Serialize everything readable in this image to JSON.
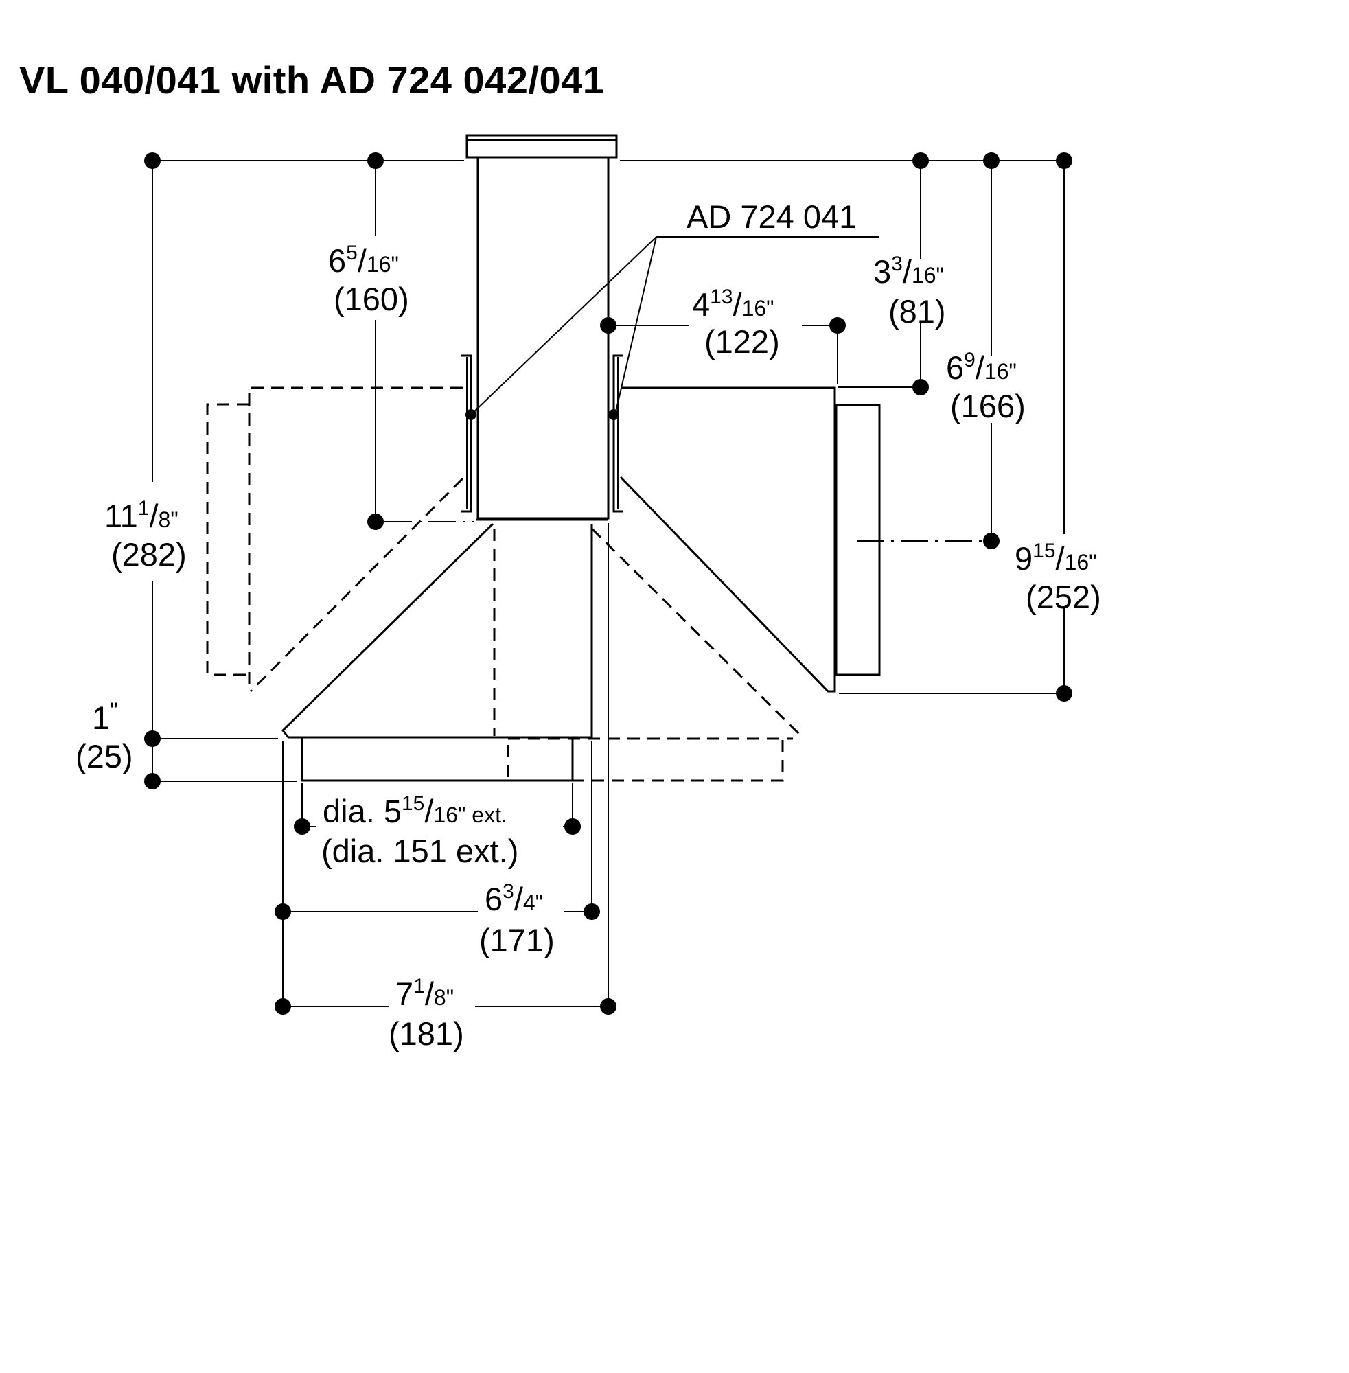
{
  "title": "VL 040/041 with AD 724 042/041",
  "part_label": "AD 724 041",
  "dimensions": {
    "chimney_height": {
      "whole": "6",
      "num": "5",
      "den": "16",
      "unit": "\"",
      "metric": "(160)"
    },
    "top_offset": {
      "whole": "3",
      "num": "3",
      "den": "16",
      "unit": "\"",
      "metric": "(81)"
    },
    "side_projection": {
      "whole": "4",
      "num": "13",
      "den": "16",
      "unit": "\"",
      "metric": "(122)"
    },
    "side_center": {
      "whole": "6",
      "num": "9",
      "den": "16",
      "unit": "\"",
      "metric": "(166)"
    },
    "overall_height": {
      "whole": "11",
      "num": "1",
      "den": "8",
      "unit": "\"",
      "metric": "(282)"
    },
    "side_height": {
      "whole": "9",
      "num": "15",
      "den": "16",
      "unit": "\"",
      "metric": "(252)"
    },
    "collar_height": {
      "whole": "1",
      "unit": "\"",
      "metric": "(25)"
    },
    "outlet_diameter": {
      "prefix": "dia. ",
      "whole": "5",
      "num": "15",
      "den": "16",
      "unit": "\" ext.",
      "metric": "(dia. 151 ext.)"
    },
    "base_width": {
      "whole": "6",
      "num": "3",
      "den": "4",
      "unit": "\"",
      "metric": "(171)"
    },
    "overall_width": {
      "whole": "7",
      "num": "1",
      "den": "8",
      "unit": "\"",
      "metric": "(181)"
    }
  }
}
